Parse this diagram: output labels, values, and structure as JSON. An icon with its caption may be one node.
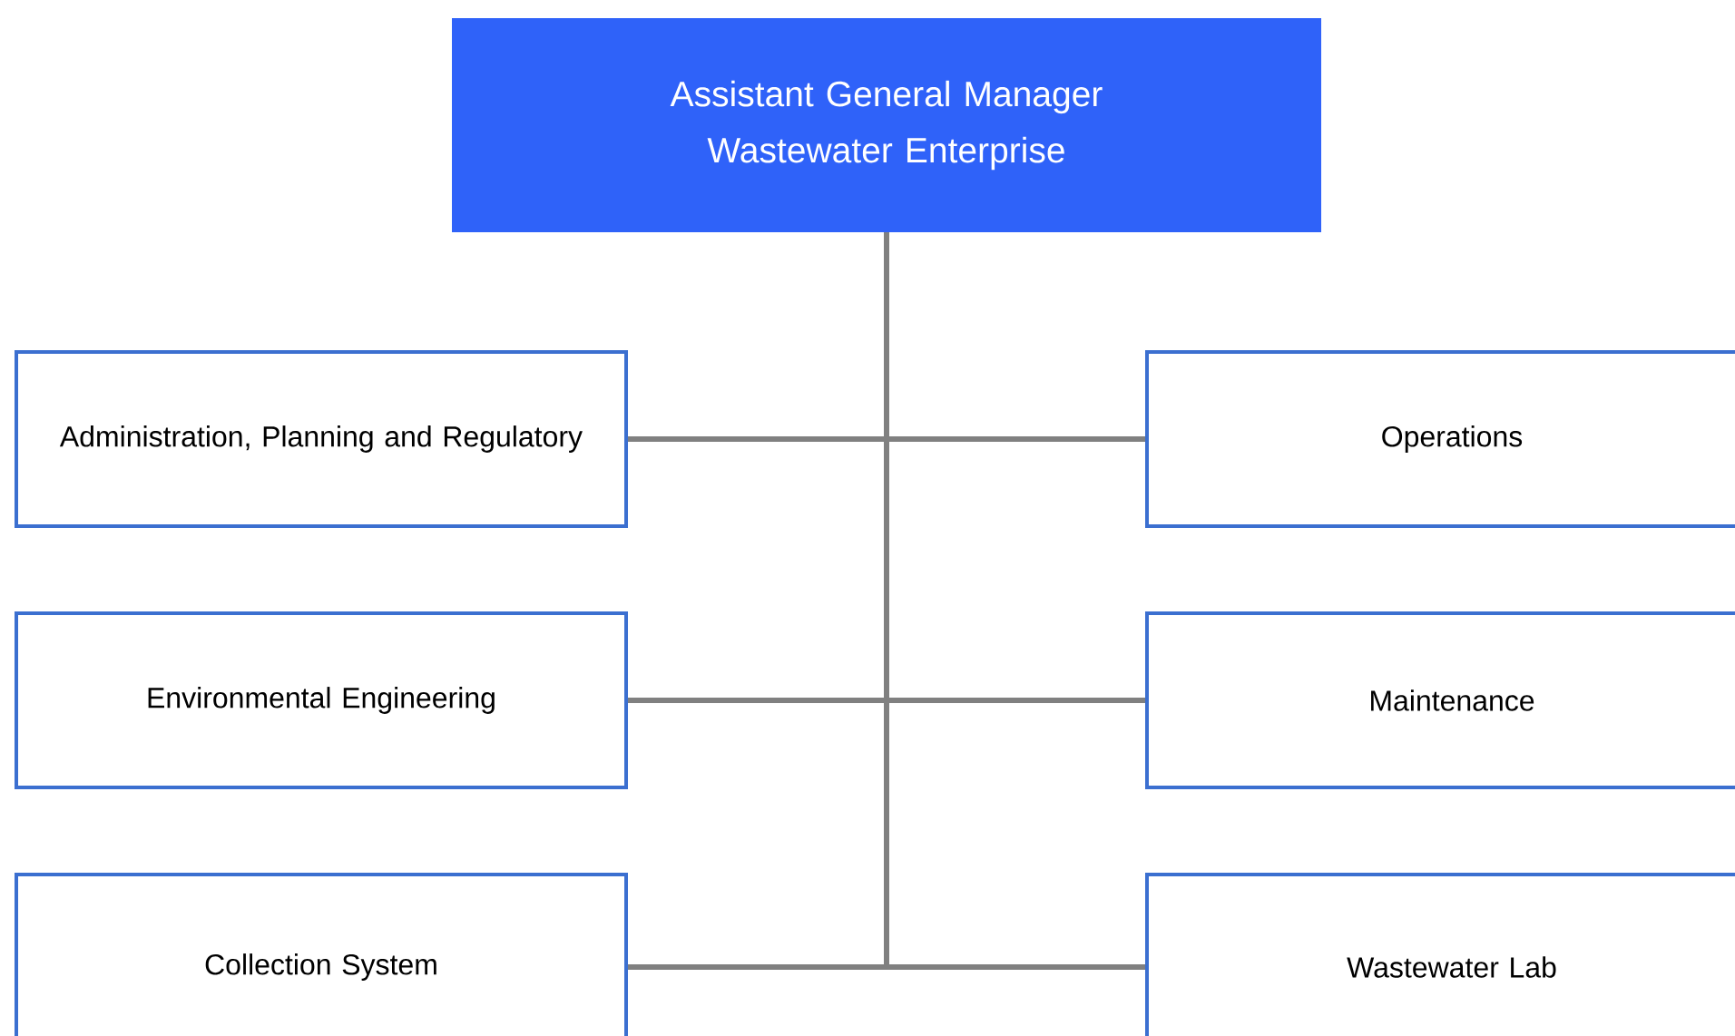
{
  "diagram": {
    "nodes": [
      {
        "text": [
          "Assistant General Manager Wastewater Enterprise"
        ]
      },
      {
        "text": [
          "Administration, Planning and Regulatory"
        ]
      },
      {
        "text": [
          "Operations"
        ]
      },
      {
        "text": [
          "Environmental Engineering"
        ]
      },
      {
        "text": [
          "Maintenance"
        ]
      },
      {
        "text": [
          "Collection System"
        ]
      },
      {
        "text": [
          "Wastewater Lab"
        ]
      }
    ],
    "edges": [
      {
        "from": 0,
        "to": 1,
        "arrow": "none"
      },
      {
        "from": 0,
        "to": 2,
        "arrow": "none"
      },
      {
        "from": 0,
        "to": 3,
        "arrow": "none"
      },
      {
        "from": 0,
        "to": 4,
        "arrow": "none"
      },
      {
        "from": 0,
        "to": 5,
        "arrow": "none"
      },
      {
        "from": 0,
        "to": 6,
        "arrow": "none"
      }
    ]
  }
}
